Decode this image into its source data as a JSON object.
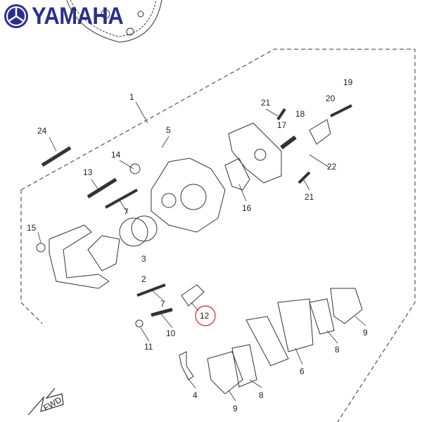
{
  "brand": {
    "name": "YAMAHA",
    "color": "#2b2f8f"
  },
  "diagram": {
    "highlight_color": "#e02020",
    "highlighted_part": "12",
    "direction_label": "FWD",
    "callouts": [
      "1",
      "2",
      "3",
      "4",
      "5",
      "6",
      "7",
      "7",
      "8",
      "8",
      "9",
      "9",
      "10",
      "11",
      "12",
      "13",
      "14",
      "15",
      "16",
      "17",
      "18",
      "19",
      "20",
      "21",
      "21",
      "22",
      "24"
    ]
  }
}
